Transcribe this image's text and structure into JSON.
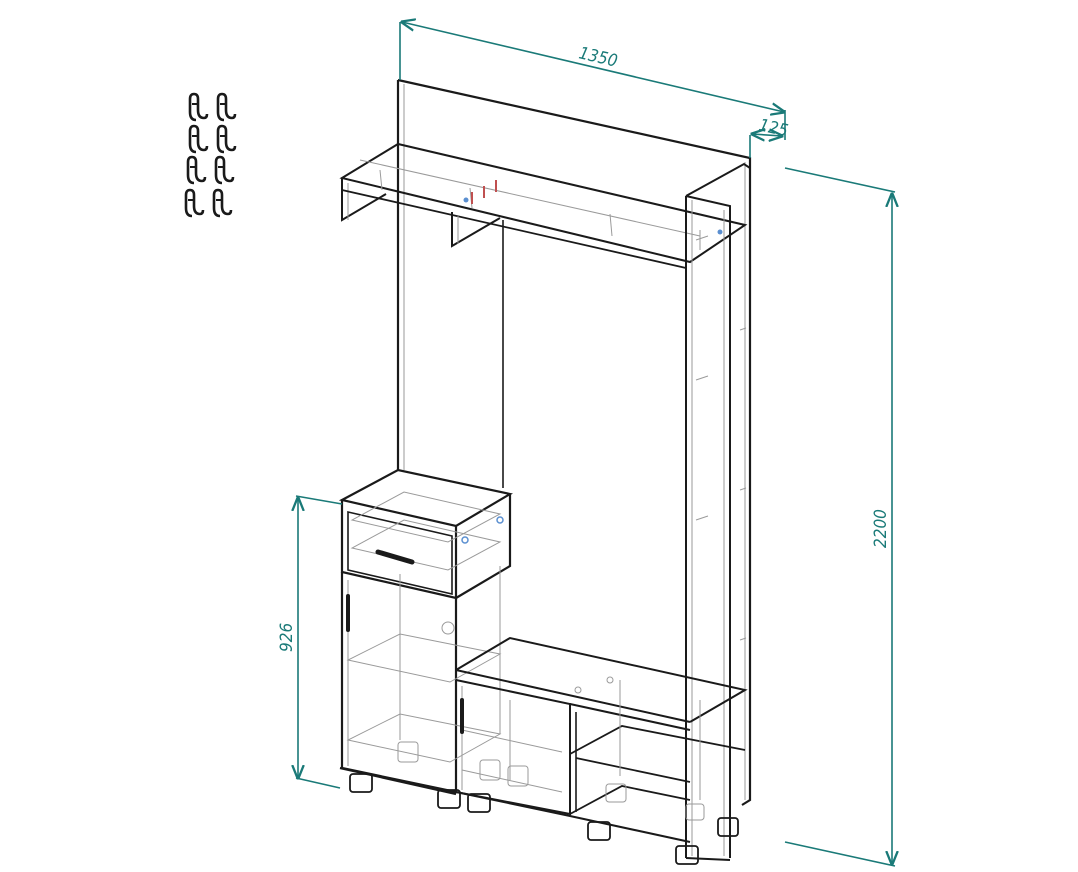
{
  "dimensions": {
    "width": "1350",
    "depth": "125",
    "height": "2200",
    "cabinet_height": "926"
  },
  "colors": {
    "dimension": "#1a7a78",
    "outline": "#1a1a1a",
    "hidden_edges": "#9a9a9a",
    "fixtures_blue": "#5a8fd0",
    "fixtures_red": "#c05050"
  },
  "accessories": {
    "hooks_icon": "double-coat-hook-icon",
    "hook_count": 8
  }
}
